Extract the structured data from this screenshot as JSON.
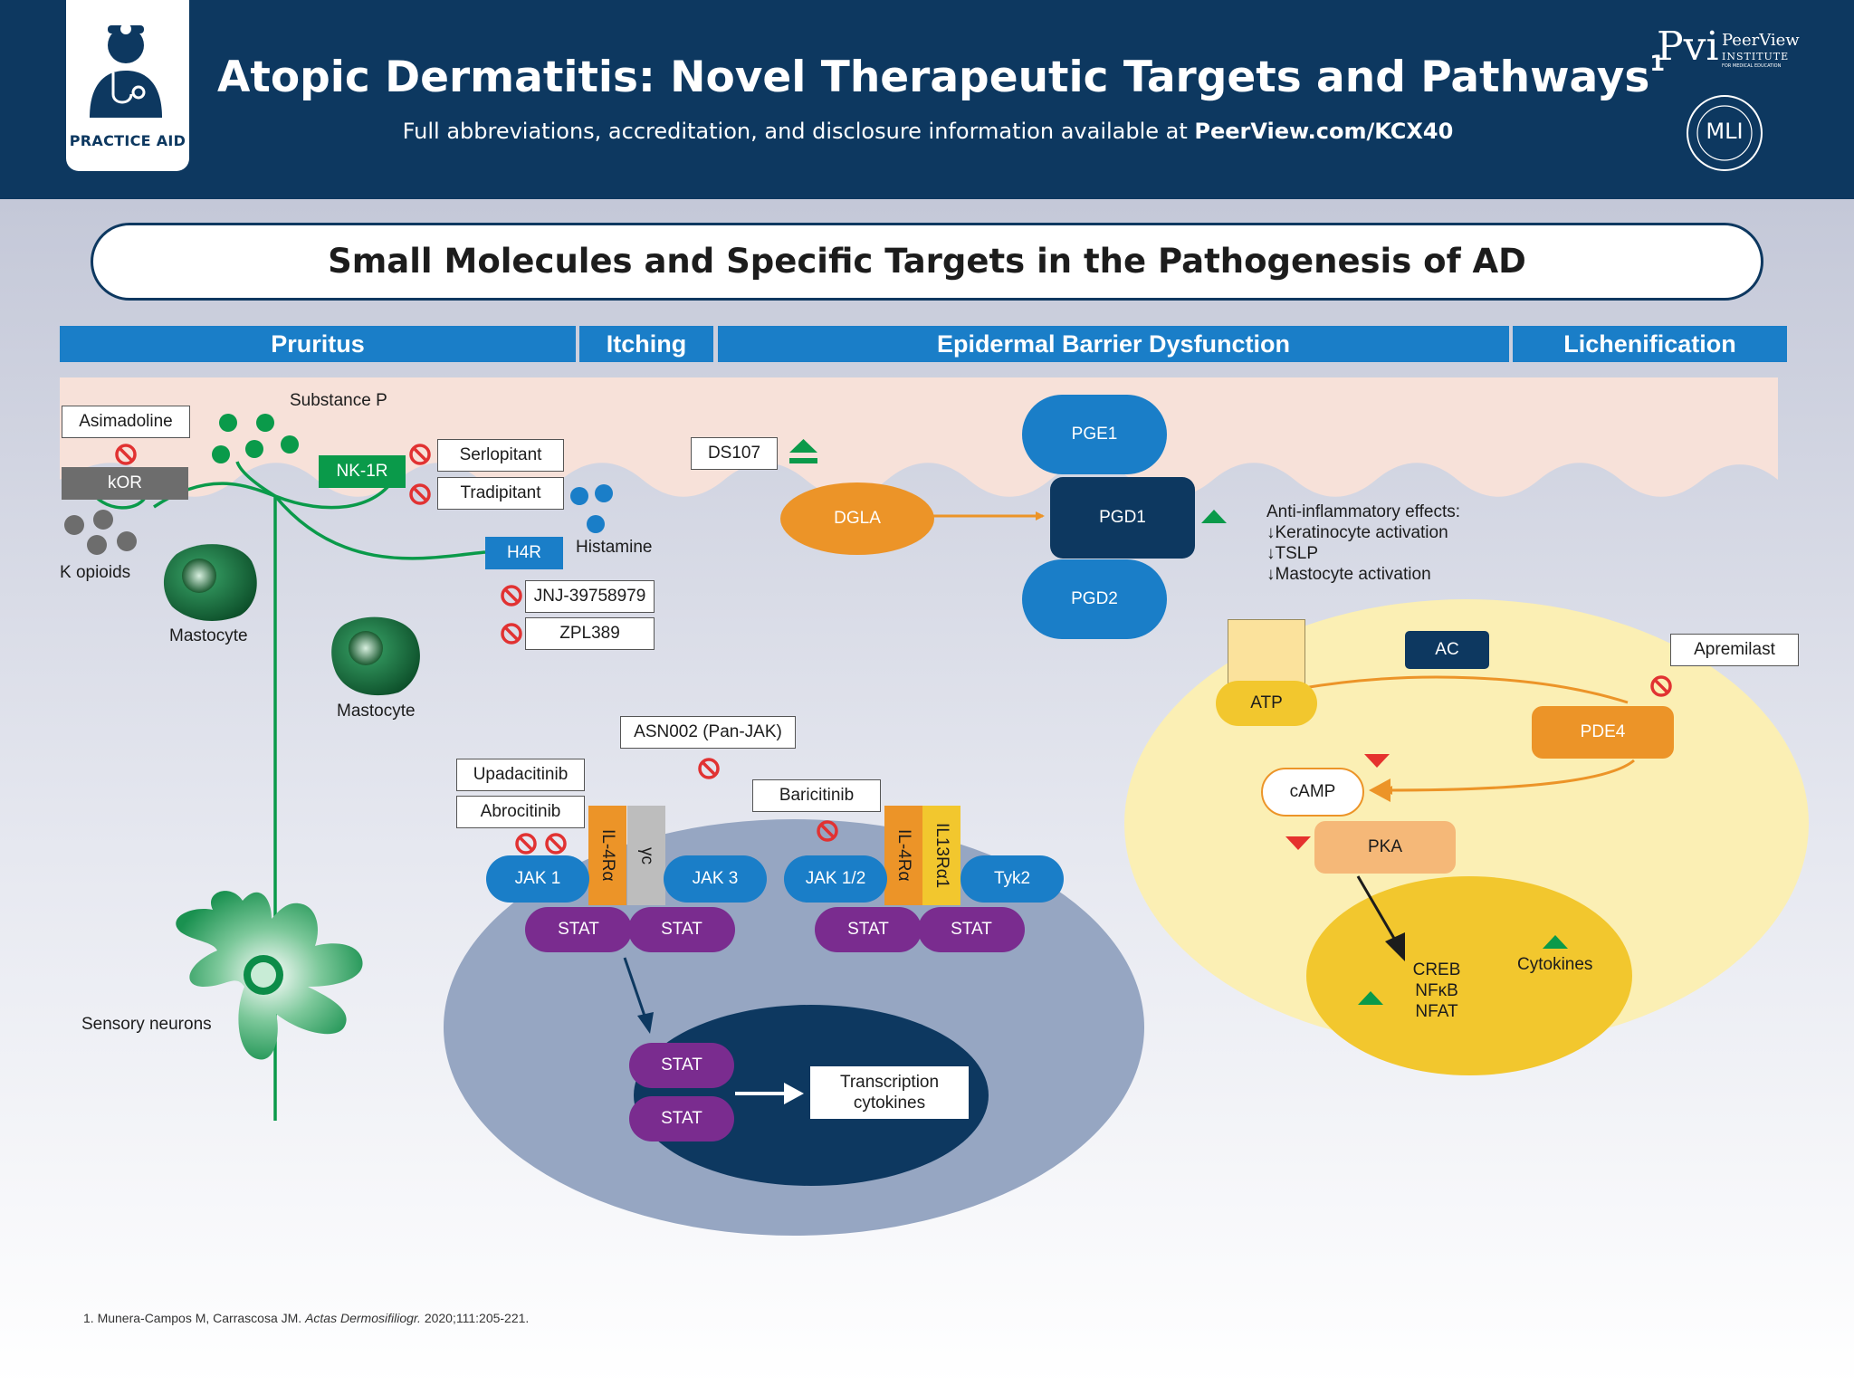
{
  "header": {
    "badge_label": "PRACTICE AID",
    "title": "Atopic Dermatitis: Novel Therapeutic Targets and Pathways",
    "title_sup": "1",
    "subtitle_prefix": "Full abbreviations, accreditation, and disclosure information available at ",
    "subtitle_link": "PeerView.com/KCX40",
    "logo_pvi_mark": "Pvi",
    "logo_pvi_name": "PeerView",
    "logo_pvi_institute": "INSTITUTE",
    "logo_pvi_tagline": "FOR MEDICAL EDUCATION",
    "logo_mli": "MLI"
  },
  "section_title": "Small Molecules and Specific Targets in the Pathogenesis of AD",
  "categories": [
    "Pruritus",
    "Itching",
    "Epidermal Barrier Dysfunction",
    "Lichenification"
  ],
  "pruritus": {
    "asimadoline": "Asimadoline",
    "kor": "kOR",
    "k_opioids": "K opioids",
    "substance_p": "Substance P",
    "nk1r": "NK-1R",
    "serlopitant": "Serlopitant",
    "tradipitant": "Tradipitant",
    "histamine": "Histamine",
    "h4r": "H4R",
    "jnj": "JNJ-39758979",
    "zpl": "ZPL389",
    "mastocyte": "Mastocyte",
    "sensory_neurons": "Sensory neurons"
  },
  "jak": {
    "asn002": "ASN002 (Pan-JAK)",
    "upadacitinib": "Upadacitinib",
    "abrocitinib": "Abrocitinib",
    "baricitinib": "Baricitinib",
    "jak1": "JAK 1",
    "jak3": "JAK 3",
    "jak12": "JAK 1/2",
    "tyk2": "Tyk2",
    "il4ra": "IL-4Rα",
    "yc": "γc",
    "il13ra1": "IL13Rα1",
    "stat": "STAT",
    "transcription": "Transcription",
    "cytokines_word": "cytokines"
  },
  "barrier": {
    "ds107": "DS107",
    "dgla": "DGLA",
    "pge1": "PGE1",
    "pgd1": "PGD1",
    "pgd2": "PGD2",
    "anti_header": "Anti-inflammatory effects:",
    "anti_1": "↓Keratinocyte activation",
    "anti_2": "↓TSLP",
    "anti_3": "↓Mastocyte activation"
  },
  "lichen": {
    "ac": "AC",
    "atp": "ATP",
    "apremilast": "Apremilast",
    "pde4": "PDE4",
    "camp": "cAMP",
    "pka": "PKA",
    "creb": "CREB",
    "nfkb": "NFκB",
    "nfat": "NFAT",
    "cytokines": "Cytokines"
  },
  "footnote": {
    "text": "1. Munera-Campos M, Carrascosa JM. ",
    "journal": "Actas Dermosifiliogr.",
    "rest": " 2020;111:205-221."
  },
  "colors": {
    "navy": "#0d3860",
    "blue": "#1a7ec8",
    "green": "#0a9a4a",
    "orange": "#ec9428",
    "purple": "#7a2c8f",
    "yellow": "#f2c72e",
    "inhibit_red": "#e13232"
  }
}
